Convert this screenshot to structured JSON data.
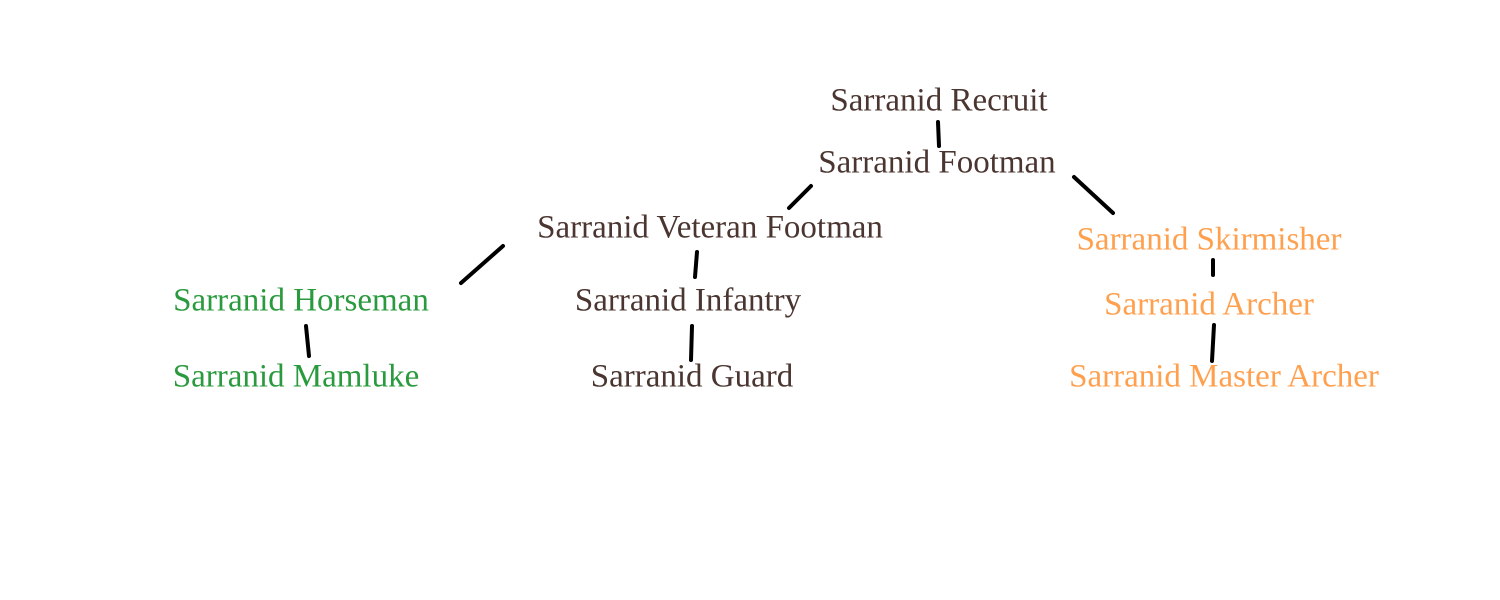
{
  "colors": {
    "infantry": "#4a3530",
    "cavalry": "#2a9a3e",
    "ranged": "#ffa04f",
    "connector": "#000000"
  },
  "nodes": {
    "recruit": {
      "label": "Sarranid Recruit",
      "branch": "infantry"
    },
    "footman": {
      "label": "Sarranid Footman",
      "branch": "infantry"
    },
    "veteran_footman": {
      "label": "Sarranid Veteran Footman",
      "branch": "infantry"
    },
    "skirmisher": {
      "label": "Sarranid Skirmisher",
      "branch": "ranged"
    },
    "horseman": {
      "label": "Sarranid Horseman",
      "branch": "cavalry"
    },
    "infantry": {
      "label": "Sarranid Infantry",
      "branch": "infantry"
    },
    "archer": {
      "label": "Sarranid Archer",
      "branch": "ranged"
    },
    "mamluke": {
      "label": "Sarranid Mamluke",
      "branch": "cavalry"
    },
    "guard": {
      "label": "Sarranid Guard",
      "branch": "infantry"
    },
    "master_archer": {
      "label": "Sarranid Master Archer",
      "branch": "ranged"
    }
  }
}
